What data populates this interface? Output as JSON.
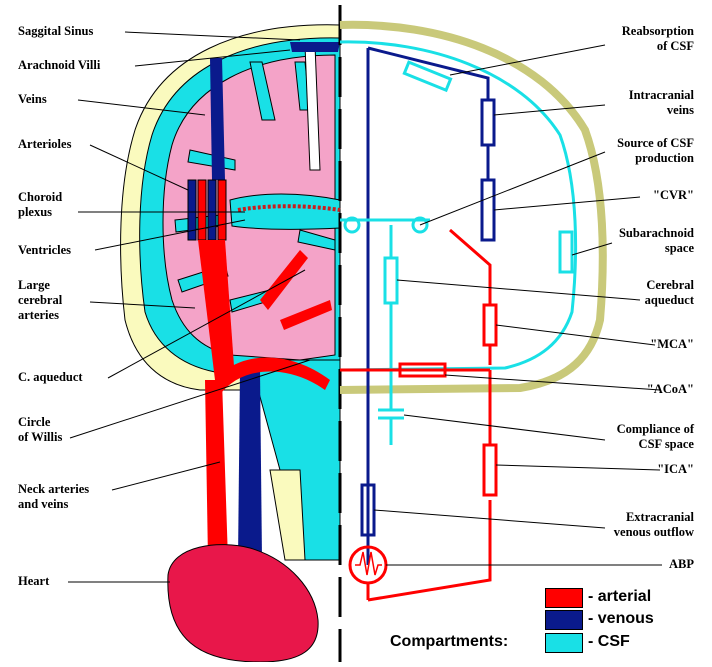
{
  "labels_left": {
    "saggital_sinus": "Saggital Sinus",
    "arachnoid_villi": "Arachnoid Villi",
    "veins": "Veins",
    "arterioles": "Arterioles",
    "choroid_plexus": "Choroid\nplexus",
    "ventricles": "Ventricles",
    "large_cerebral_arteries": "Large\ncerebral\narteries",
    "c_aqueduct": "C. aqueduct",
    "circle_of_willis": "Circle\nof Willis",
    "neck_arteries_veins": "Neck arteries\nand veins",
    "heart": "Heart"
  },
  "labels_right": {
    "reabsorption": "Reabsorption\nof CSF",
    "intracranial_veins": "Intracranial\nveins",
    "source_csf": "Source of CSF\nproduction",
    "cvr": "\"CVR\"",
    "subarachnoid": "Subarachnoid\nspace",
    "cerebral_aqueduct": "Cerebral\naqueduct",
    "mca": "\"MCA\"",
    "acoa": "\"ACoA\"",
    "compliance": "Compliance of\nCSF space",
    "ica": "\"ICA\"",
    "extracranial": "Extracranial\nvenous outflow",
    "abp": "ABP"
  },
  "legend": {
    "arterial": "- arterial",
    "venous": "- venous",
    "csf": "- CSF",
    "compartments": "Compartments:"
  },
  "colors": {
    "arterial": "#ff0000",
    "venous": "#0a1a8c",
    "csf": "#19e0e6",
    "brain": "#f4a3c8",
    "skull": "#fafabe",
    "heart": "#e8174a"
  }
}
